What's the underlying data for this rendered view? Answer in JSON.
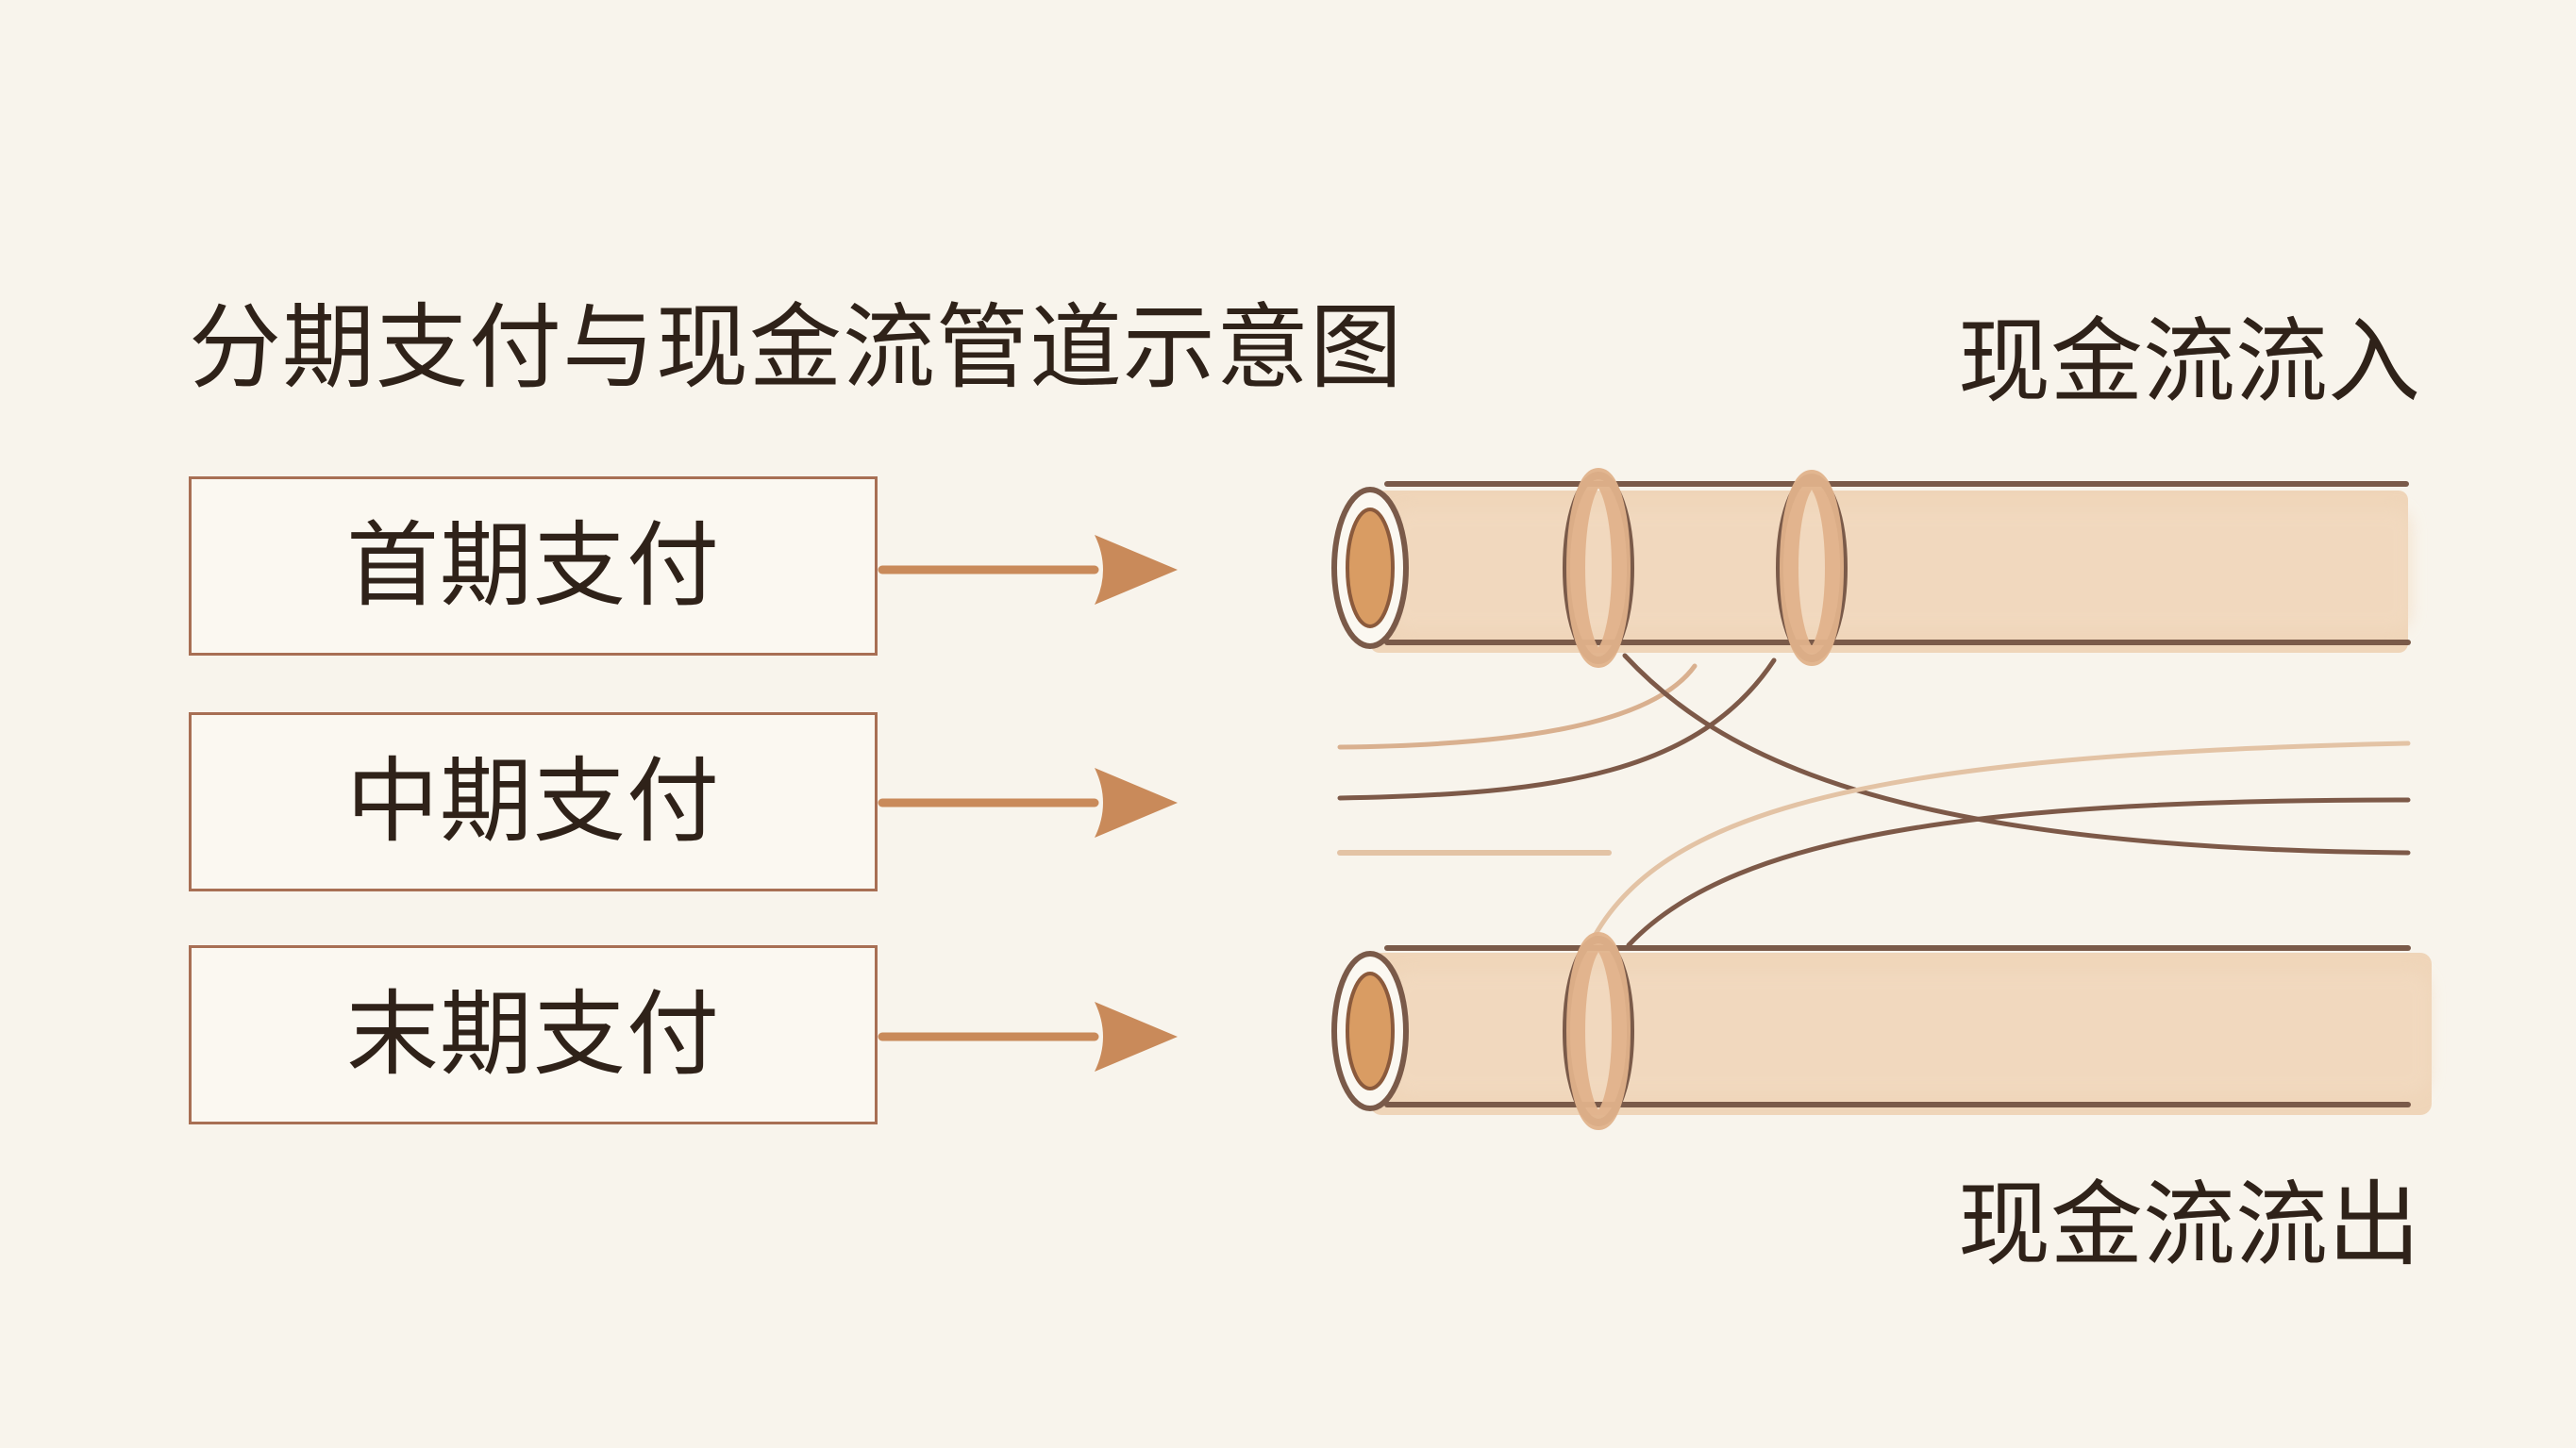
{
  "title": "分期支付与现金流管道示意图",
  "payments": [
    {
      "label": "首期支付"
    },
    {
      "label": "中期支付"
    },
    {
      "label": "末期支付"
    }
  ],
  "flow_labels": {
    "inflow": "现金流流入",
    "outflow": "现金流流出"
  },
  "colors": {
    "background": "#f8f4ec",
    "text": "#2f2219",
    "box_border": "#a86f54",
    "arrow": "#c98a5a",
    "pipe_fill": "#efd4b8",
    "pipe_outline": "#7a5a49",
    "ring": "#c88f64",
    "pipe_opening": "#d99c63"
  }
}
